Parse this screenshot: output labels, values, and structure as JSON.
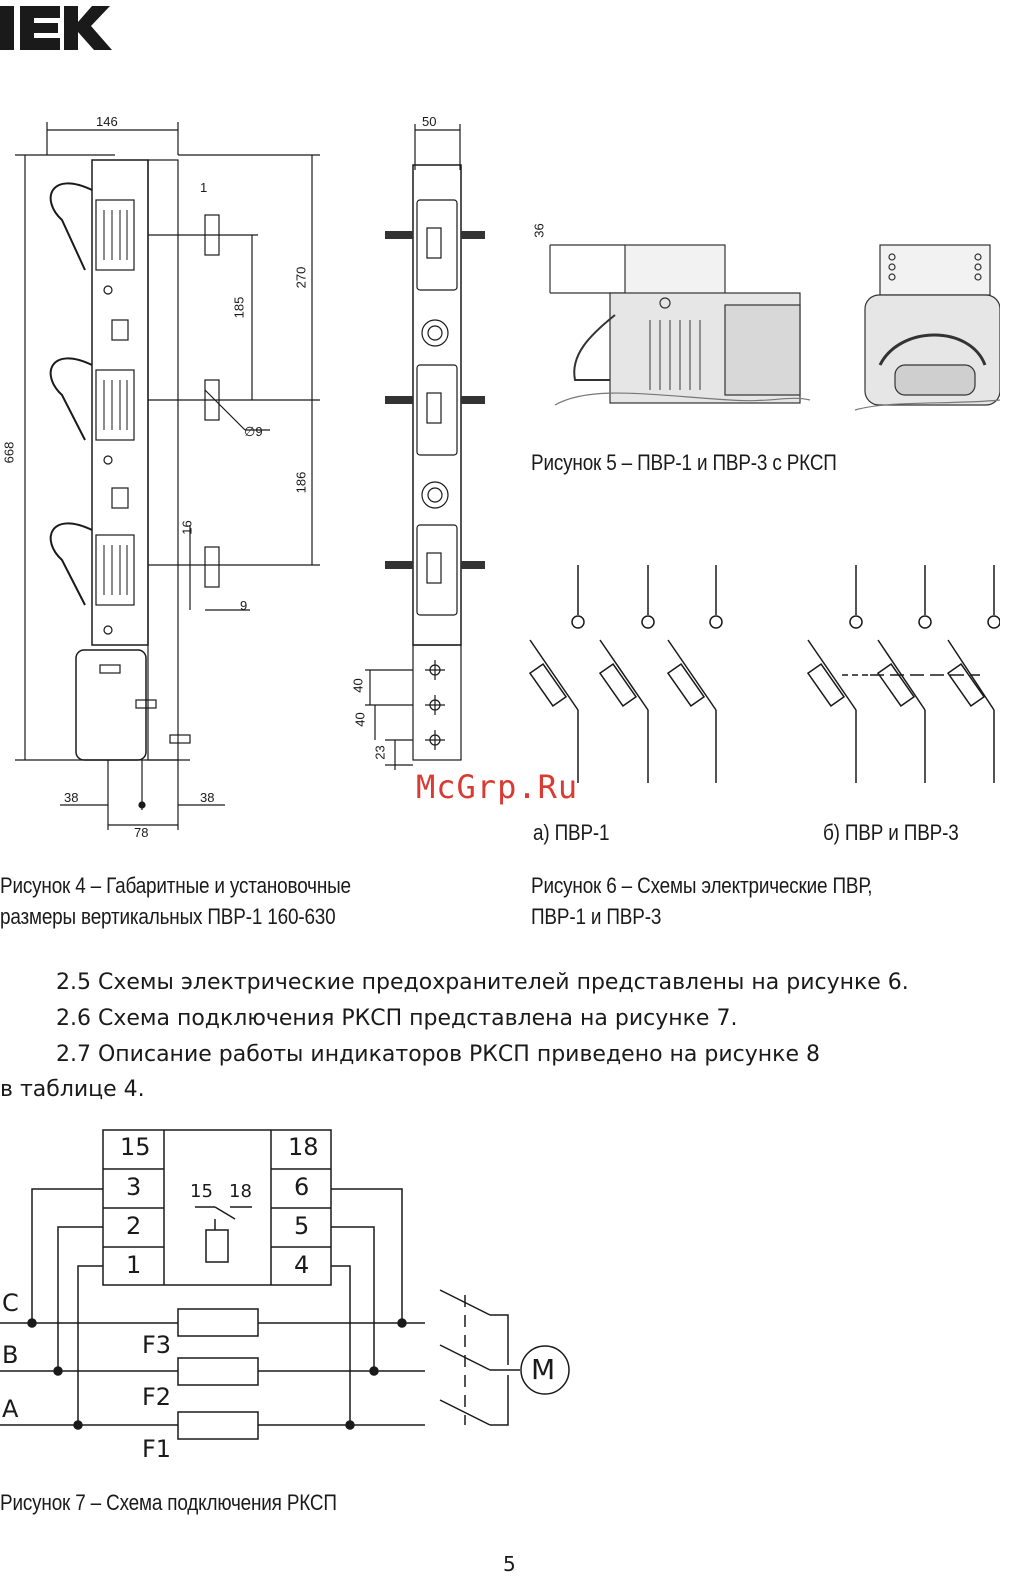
{
  "logo": {
    "text": "IEK"
  },
  "fig4": {
    "dims": {
      "d146": "146",
      "d1": "1",
      "d270": "270",
      "d185": "185",
      "dia9": "∅9",
      "d668": "668",
      "d186": "186",
      "d16": "16",
      "d9": "9",
      "d38a": "38",
      "d38b": "38",
      "d78": "78"
    },
    "caption_line1": "Рисунок 4 – Габаритные и установочные",
    "caption_line2": "размеры вертикальных ПВР-1 160-630"
  },
  "fig_side": {
    "dims": {
      "d50": "50",
      "d40a": "40",
      "d40b": "40",
      "d23": "23"
    }
  },
  "fig5": {
    "dims": {
      "d36": "36"
    },
    "caption": "Рисунок 5 – ПВР-1 и ПВР-3 с РКСП"
  },
  "fig6": {
    "label_a": "а) ПВР-1",
    "label_b": "б) ПВР и ПВР-3",
    "caption_line1": "Рисунок 6 – Схемы электрические ПВР,",
    "caption_line2": "ПВР-1 и ПВР-3"
  },
  "watermark": "McGrp.Ru",
  "paragraphs": {
    "p25": "2.5  Схемы электрические предохранителей представлены на рисунке 6.",
    "p26": "2.6  Схема подключения РКСП представлена на рисунке 7.",
    "p27": "2.7  Описание работы индикаторов РКСП приведено на рисунке 8",
    "p27_cont": "в таблице 4."
  },
  "fig7": {
    "terminals_left": [
      "15",
      "3",
      "2",
      "1"
    ],
    "terminals_right": [
      "18",
      "6",
      "5",
      "4"
    ],
    "contact_left": "15",
    "contact_right": "18",
    "phases": [
      "C",
      "B",
      "A"
    ],
    "fuses": [
      "F3",
      "F2",
      "F1"
    ],
    "motor": "M",
    "caption": "Рисунок 7 – Схема подключения РКСП"
  },
  "page_number": "5"
}
